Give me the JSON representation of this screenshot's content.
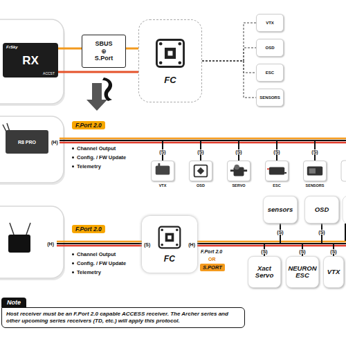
{
  "diagram": {
    "nodes": [
      {
        "text": [
          "FrSky",
          "RX",
          "ACCST"
        ]
      },
      {
        "text": [
          "SBUS ⊕ S.Port"
        ]
      },
      {
        "text": [
          "FC"
        ]
      },
      {
        "text": [
          "VTX"
        ]
      },
      {
        "text": [
          "OSD"
        ]
      },
      {
        "text": [
          "ESC"
        ]
      },
      {
        "text": [
          "SENSORS"
        ]
      },
      {
        "text": [
          "R8 PRO",
          "(H)"
        ]
      },
      {
        "text": [
          "VTX"
        ]
      },
      {
        "text": [
          "OSD"
        ]
      },
      {
        "text": [
          "SERVO"
        ]
      },
      {
        "text": [
          "ESC"
        ]
      },
      {
        "text": [
          "SENSORS"
        ]
      },
      {
        "text": [
          "(H)"
        ]
      },
      {
        "text": [
          "(S)",
          "FC",
          "(H)"
        ]
      },
      {
        "text": [
          "sensors"
        ]
      },
      {
        "text": [
          "OSD"
        ]
      },
      {
        "text": [
          "Xact Servo"
        ]
      },
      {
        "text": [
          "NEURON ESC"
        ]
      },
      {
        "text": [
          "VTX"
        ]
      },
      {
        "text": [
          "Note",
          "Host receiver must be an F.Port 2.0 capable ACCESS receiver. The Archer series and other upcoming series receivers (TD, etc.) will apply this protocol."
        ]
      }
    ],
    "edges": [
      {
        "from": 0,
        "to": 1,
        "arrow": "none"
      },
      {
        "from": 1,
        "to": 2,
        "arrow": "none"
      },
      {
        "from": 2,
        "to": 3,
        "arrow": "none"
      },
      {
        "from": 2,
        "to": 4,
        "arrow": "none"
      },
      {
        "from": 2,
        "to": 5,
        "arrow": "none"
      },
      {
        "from": 2,
        "to": 6,
        "arrow": "none"
      },
      {
        "from": 7,
        "to": 8,
        "label": "(S)",
        "arrow": "none"
      },
      {
        "from": 7,
        "to": 9,
        "label": "(S)",
        "arrow": "none"
      },
      {
        "from": 7,
        "to": 10,
        "label": "(S)",
        "arrow": "none"
      },
      {
        "from": 7,
        "to": 11,
        "label": "(S)",
        "arrow": "none"
      },
      {
        "from": 7,
        "to": 12,
        "label": "(S)",
        "arrow": "none"
      },
      {
        "from": 13,
        "to": 14,
        "arrow": "none"
      },
      {
        "from": 14,
        "to": 15,
        "label": "(S)",
        "arrow": "none"
      },
      {
        "from": 14,
        "to": 16,
        "label": "(S)",
        "arrow": "none"
      },
      {
        "from": 14,
        "to": 17,
        "label": "(S)",
        "arrow": "none"
      },
      {
        "from": 14,
        "to": 18,
        "label": "(S)",
        "arrow": "none"
      },
      {
        "from": 14,
        "to": 19,
        "label": "(S)",
        "arrow": "none"
      }
    ],
    "labels": [
      "F.Port 2.0",
      "Channel Output",
      "Config. / FW Update",
      "Telemetry",
      "F.Port 2.0",
      "Channel Output",
      "Config. / FW Update",
      "Telemetry",
      "F.Port 2.0",
      "OR",
      "S.PORT"
    ]
  }
}
